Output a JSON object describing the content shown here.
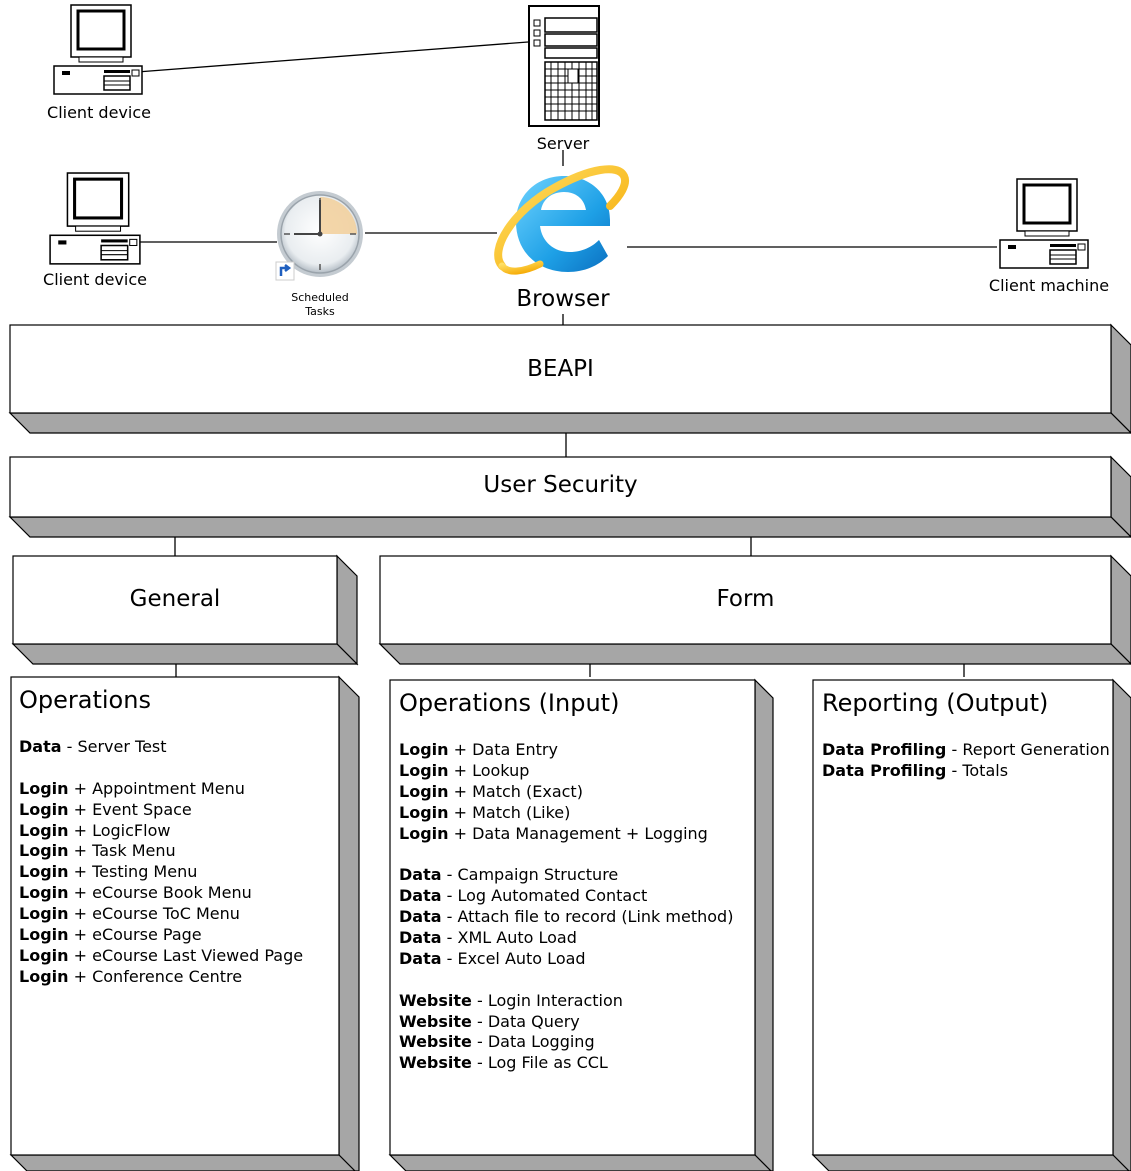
{
  "nodes": {
    "client_device_1": "Client device",
    "server": "Server",
    "client_device_2": "Client device",
    "scheduled_tasks": "Scheduled\nTasks",
    "browser": "Browser",
    "client_machine": "Client machine"
  },
  "layers": {
    "beapi": "BEAPI",
    "user_security": "User Security",
    "general": "General",
    "form": "Form"
  },
  "panels": {
    "operations": {
      "title": "Operations",
      "groups": [
        [
          {
            "bold": "Data",
            "text": " - Server Test"
          }
        ],
        [
          {
            "bold": "Login",
            "text": " + Appointment Menu"
          },
          {
            "bold": "Login",
            "text": " + Event Space"
          },
          {
            "bold": "Login",
            "text": " + LogicFlow"
          },
          {
            "bold": "Login",
            "text": " + Task Menu"
          },
          {
            "bold": "Login",
            "text": " + Testing Menu"
          },
          {
            "bold": "Login",
            "text": " + eCourse Book Menu"
          },
          {
            "bold": "Login",
            "text": " + eCourse ToC Menu"
          },
          {
            "bold": "Login",
            "text": " + eCourse Page"
          },
          {
            "bold": "Login",
            "text": " + eCourse Last Viewed Page"
          },
          {
            "bold": "Login",
            "text": " + Conference Centre"
          }
        ]
      ]
    },
    "operations_input": {
      "title": "Operations (Input)",
      "groups": [
        [
          {
            "bold": "Login",
            "text": " + Data Entry"
          },
          {
            "bold": "Login",
            "text": " + Lookup"
          },
          {
            "bold": "Login",
            "text": " + Match (Exact)"
          },
          {
            "bold": "Login",
            "text": " + Match (Like)"
          },
          {
            "bold": "Login",
            "text": " + Data Management + Logging"
          }
        ],
        [
          {
            "bold": "Data",
            "text": " - Campaign Structure"
          },
          {
            "bold": "Data",
            "text": " - Log Automated Contact"
          },
          {
            "bold": "Data",
            "text": " - Attach file to record (Link method)"
          },
          {
            "bold": "Data",
            "text": " - XML Auto Load"
          },
          {
            "bold": "Data",
            "text": " - Excel Auto Load"
          }
        ],
        [
          {
            "bold": "Website",
            "text": " - Login Interaction"
          },
          {
            "bold": "Website",
            "text": " - Data Query"
          },
          {
            "bold": "Website",
            "text": " - Data Logging"
          },
          {
            "bold": "Website",
            "text": " - Log File as CCL"
          }
        ]
      ]
    },
    "reporting_output": {
      "title": "Reporting (Output)",
      "groups": [
        [
          {
            "bold": "Data Profiling",
            "text": " - Report Generation"
          },
          {
            "bold": "Data Profiling",
            "text": " - Totals"
          }
        ]
      ]
    }
  },
  "colors": {
    "box_face": "#ffffff",
    "box_side": "#a6a6a6",
    "line": "#000000",
    "browser_blue": "#1ea0e6",
    "browser_gold": "#f5b800"
  }
}
